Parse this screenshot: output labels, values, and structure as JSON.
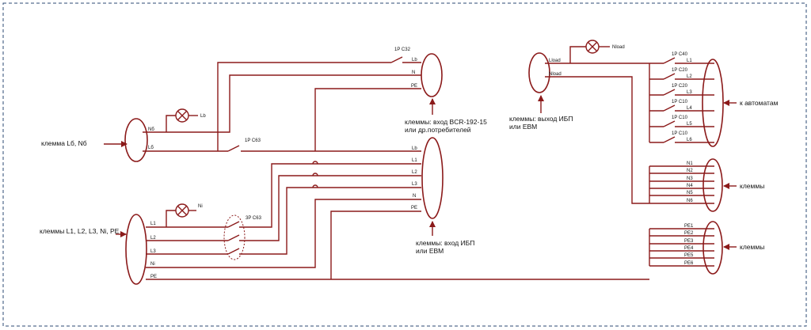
{
  "diagram": {
    "left_input": {
      "caption": "клемма Lб, Nб",
      "labels": [
        "Nб",
        "Lб"
      ]
    },
    "lamp_b": {
      "label": "Lb"
    },
    "breaker_b1": {
      "label": "1P C32"
    },
    "breaker_b2": {
      "label": "1P C63"
    },
    "bypass_out": {
      "labels": [
        "Lb",
        "N",
        "PE"
      ],
      "caption_line1": "клеммы: вход BCR-192-15",
      "caption_line2": "или др.потребителей"
    },
    "mains_input": {
      "caption": "клеммы L1, L2, L3, Ni, PE",
      "labels": [
        "L1",
        "L2",
        "L3",
        "Ni",
        "PE"
      ]
    },
    "lamp_i": {
      "label": "Ni"
    },
    "breaker_3p": {
      "label": "3P C63"
    },
    "ups_input": {
      "labels": [
        "Lb",
        "L1",
        "L2",
        "L3",
        "N",
        "PE"
      ],
      "caption_line1": "клеммы: вход ИБП",
      "caption_line2": "или EBM"
    },
    "ups_output": {
      "labels": [
        "Lload",
        "Nload"
      ],
      "caption_line1": "клеммы: выход ИБП",
      "caption_line2": "или EBM"
    },
    "lamp_load": {
      "label": "Nload"
    },
    "feeder_breakers": [
      "1P C40",
      "1P C20",
      "1P C20",
      "1P C10",
      "1P C10",
      "1P C10"
    ],
    "automats": {
      "labels": [
        "L1",
        "L2",
        "L3",
        "L4",
        "L5",
        "L6"
      ],
      "caption": "к автоматам"
    },
    "neutral_terminals": {
      "labels": [
        "N1",
        "N2",
        "N3",
        "N4",
        "N5",
        "N6"
      ],
      "caption": "клеммы"
    },
    "pe_terminals": {
      "labels": [
        "PE1",
        "PE2",
        "PE3",
        "PE4",
        "PE5",
        "PE6"
      ],
      "caption": "клеммы"
    }
  }
}
